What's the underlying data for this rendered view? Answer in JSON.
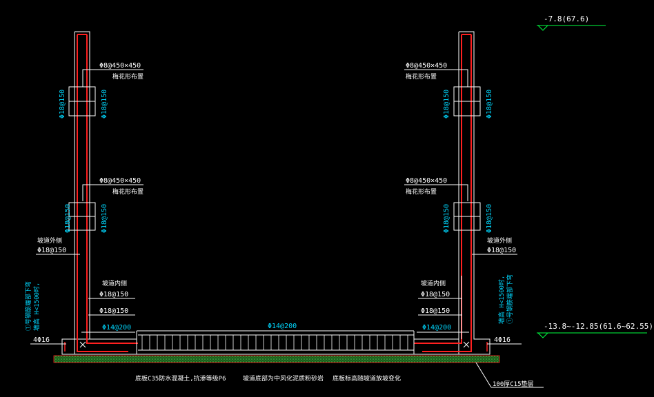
{
  "colors": {
    "background": "#000000",
    "wall_outline": "#ffffff",
    "rebar": "#ff2020",
    "annotation": "#ffffff",
    "rebar_label": "#00d8ff",
    "level_line": "#00ff40",
    "bedding": "#2c8c2c",
    "bedding_outline": "#ff2020"
  },
  "levels": {
    "top": "-7.8(67.6)",
    "bottom": "-13.8~-12.85(61.6~62.55)"
  },
  "left": {
    "tie_upper": {
      "spec": "Φ8@450×450",
      "note": "梅花形布置"
    },
    "tie_lower": {
      "spec": "Φ8@450×450",
      "note": "梅花形布置"
    },
    "vert_upper_outer": "Φ18@150",
    "vert_upper_inner": "Φ18@150",
    "vert_lower_outer": "Φ18@150",
    "vert_lower_inner": "Φ18@150",
    "outer_face": {
      "title": "坡道外侧",
      "bar": "Φ18@150"
    },
    "inner_face": {
      "title": "坡道内侧",
      "bar1": "Φ18@150",
      "bar2": "Φ18@150"
    },
    "base_bar": "Φ14@200",
    "corner_bar": "4Φ16",
    "side_note_1": "①号钢筋端部下弯",
    "side_note_2": "墙高 H<1500时,"
  },
  "right": {
    "tie_upper": {
      "spec": "Φ8@450×450",
      "note": "梅花形布置"
    },
    "tie_lower": {
      "spec": "Φ8@450×450",
      "note": "梅花形布置"
    },
    "vert_upper_outer": "Φ18@150",
    "vert_upper_inner": "Φ18@150",
    "vert_lower_outer": "Φ18@150",
    "vert_lower_inner": "Φ18@150",
    "outer_face": {
      "title": "坡道外侧",
      "bar": "Φ18@150"
    },
    "inner_face": {
      "title": "坡道内侧",
      "bar1": "Φ18@150",
      "bar2": "Φ18@150"
    },
    "base_bar": "Φ14@200",
    "corner_bar": "4Φ16",
    "side_note_1": "墙高 H<1500时,",
    "side_note_2": "①号钢筋端部下弯"
  },
  "center_base_bar": "Φ14@200",
  "notes": {
    "concrete": "底板C35防水混凝土,抗渗等级P6",
    "surface": "坡道底部为中风化泥质粉砂岩",
    "elevation": "底板标高随坡道放坡变化",
    "bedding": "100厚C15垫层"
  }
}
